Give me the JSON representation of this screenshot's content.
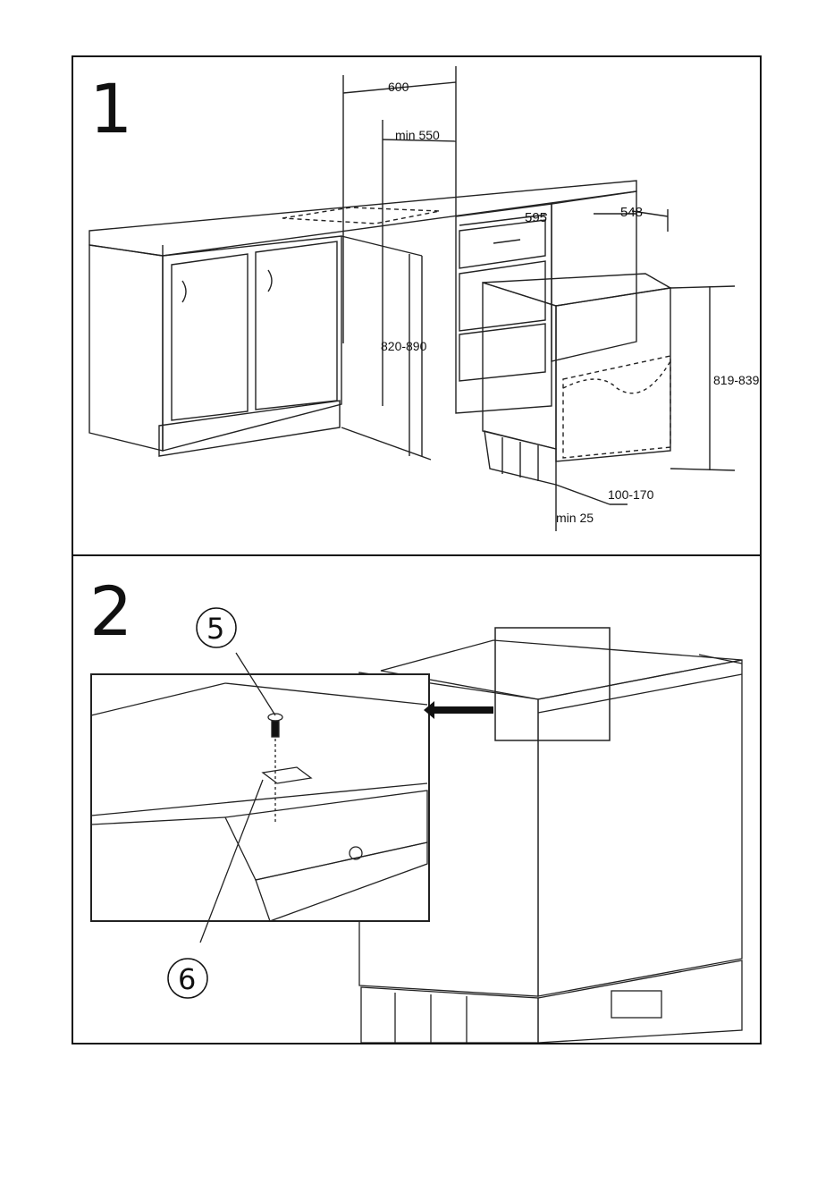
{
  "steps": [
    "1",
    "2"
  ],
  "dimensions": {
    "width_600": "600",
    "min_550": "min 550",
    "w_595": "595",
    "d_548": "548",
    "h_820_890": "820-890",
    "h_819_839": "819-839",
    "plinth_100_170": "100-170",
    "min_25": "min 25"
  },
  "callouts": {
    "part5": "5",
    "part6": "6"
  },
  "colors": {
    "line": "#222222",
    "panel_border": "#111111",
    "arrow": "#111111"
  }
}
